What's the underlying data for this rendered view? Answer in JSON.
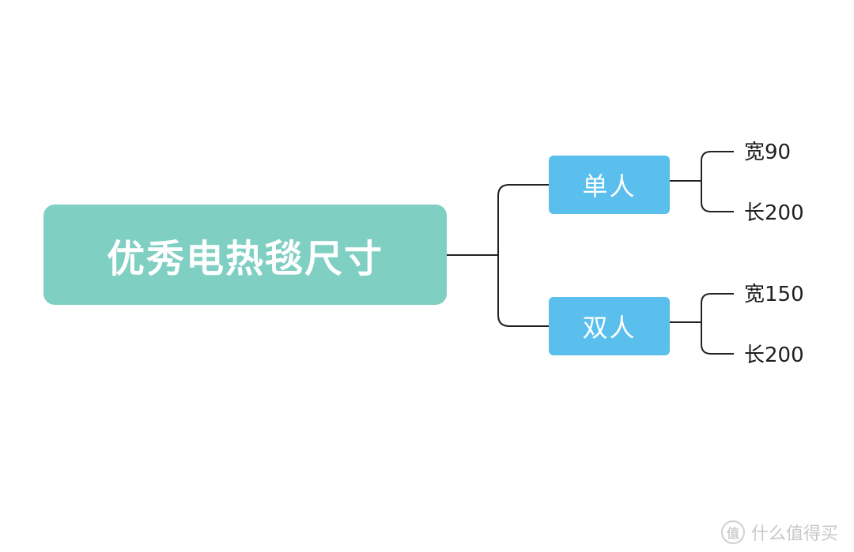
{
  "root": {
    "label": "优秀电热毯尺寸",
    "color": "#7fcfc2"
  },
  "branches": [
    {
      "label": "单人",
      "color": "#5bbfee",
      "leaves": [
        "宽90",
        "长200"
      ]
    },
    {
      "label": "双人",
      "color": "#5bbfee",
      "leaves": [
        "宽150",
        "长200"
      ]
    }
  ],
  "watermark": {
    "logo_text": "值",
    "text": "什么值得买"
  }
}
